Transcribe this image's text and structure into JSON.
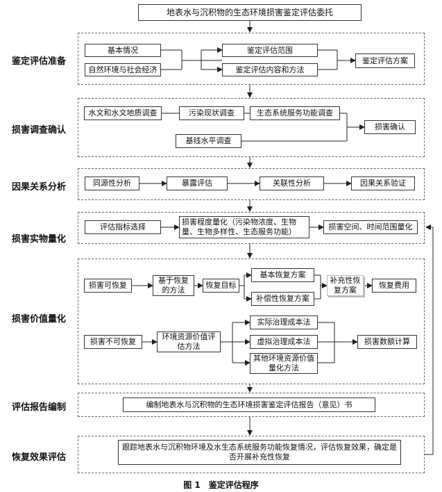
{
  "title_box": "地表水与沉积物的生态环境损害鉴定评估委托",
  "stages": [
    "鉴定评估准备",
    "损害调查确认",
    "因果关系分析",
    "损害实物量化",
    "损害价值量化",
    "评估报告编制",
    "恢复效果评估"
  ],
  "prep": {
    "basic": "基本情况",
    "env": "自然环境与社会经济",
    "scope": "鉴定评估范围",
    "content": "鉴定评估内容和方法",
    "plan": "鉴定评估方案"
  },
  "survey": {
    "hydro": "水文和水文地质调查",
    "pollution": "污染现状调查",
    "eco": "生态系统服务功能调查",
    "baseline": "基线水平调查",
    "confirm": "损害确认"
  },
  "causal": {
    "source": "同源性分析",
    "exposure": "暴露评估",
    "assoc": "关联性分析",
    "verify": "因果关系验证"
  },
  "quant": {
    "indicator": "评估指标选择",
    "degree": "损害程度量化（污染物浓度、生物量、生物多样性、生态服务功能）",
    "spatial": "损害空间、时间范围量化"
  },
  "value": {
    "recoverable": "损害可恢复",
    "based": "基于恢复的方法",
    "goal": "恢复目标",
    "basic_plan": "基本恢复方案",
    "comp_plan": "补偿性恢复方案",
    "supp_plan": "补充性恢复方案",
    "cost": "恢复费用",
    "unrecoverable": "损害不可恢复",
    "env_method": "环境资源价值评估方法",
    "actual": "实际治理成本法",
    "virtual": "虚拟治理成本法",
    "other": "其他环境资源价值量化方法",
    "calc": "损害数额计算"
  },
  "report": "编制地表水与沉积物的生态环境损害鉴定评估报告（意见）书",
  "recovery": "跟踪地表水与沉积物环境及水生态系统服务功能恢复情况，评估恢复效果，确定是否开展补充性恢复",
  "caption": "图 1　鉴定评估程序"
}
